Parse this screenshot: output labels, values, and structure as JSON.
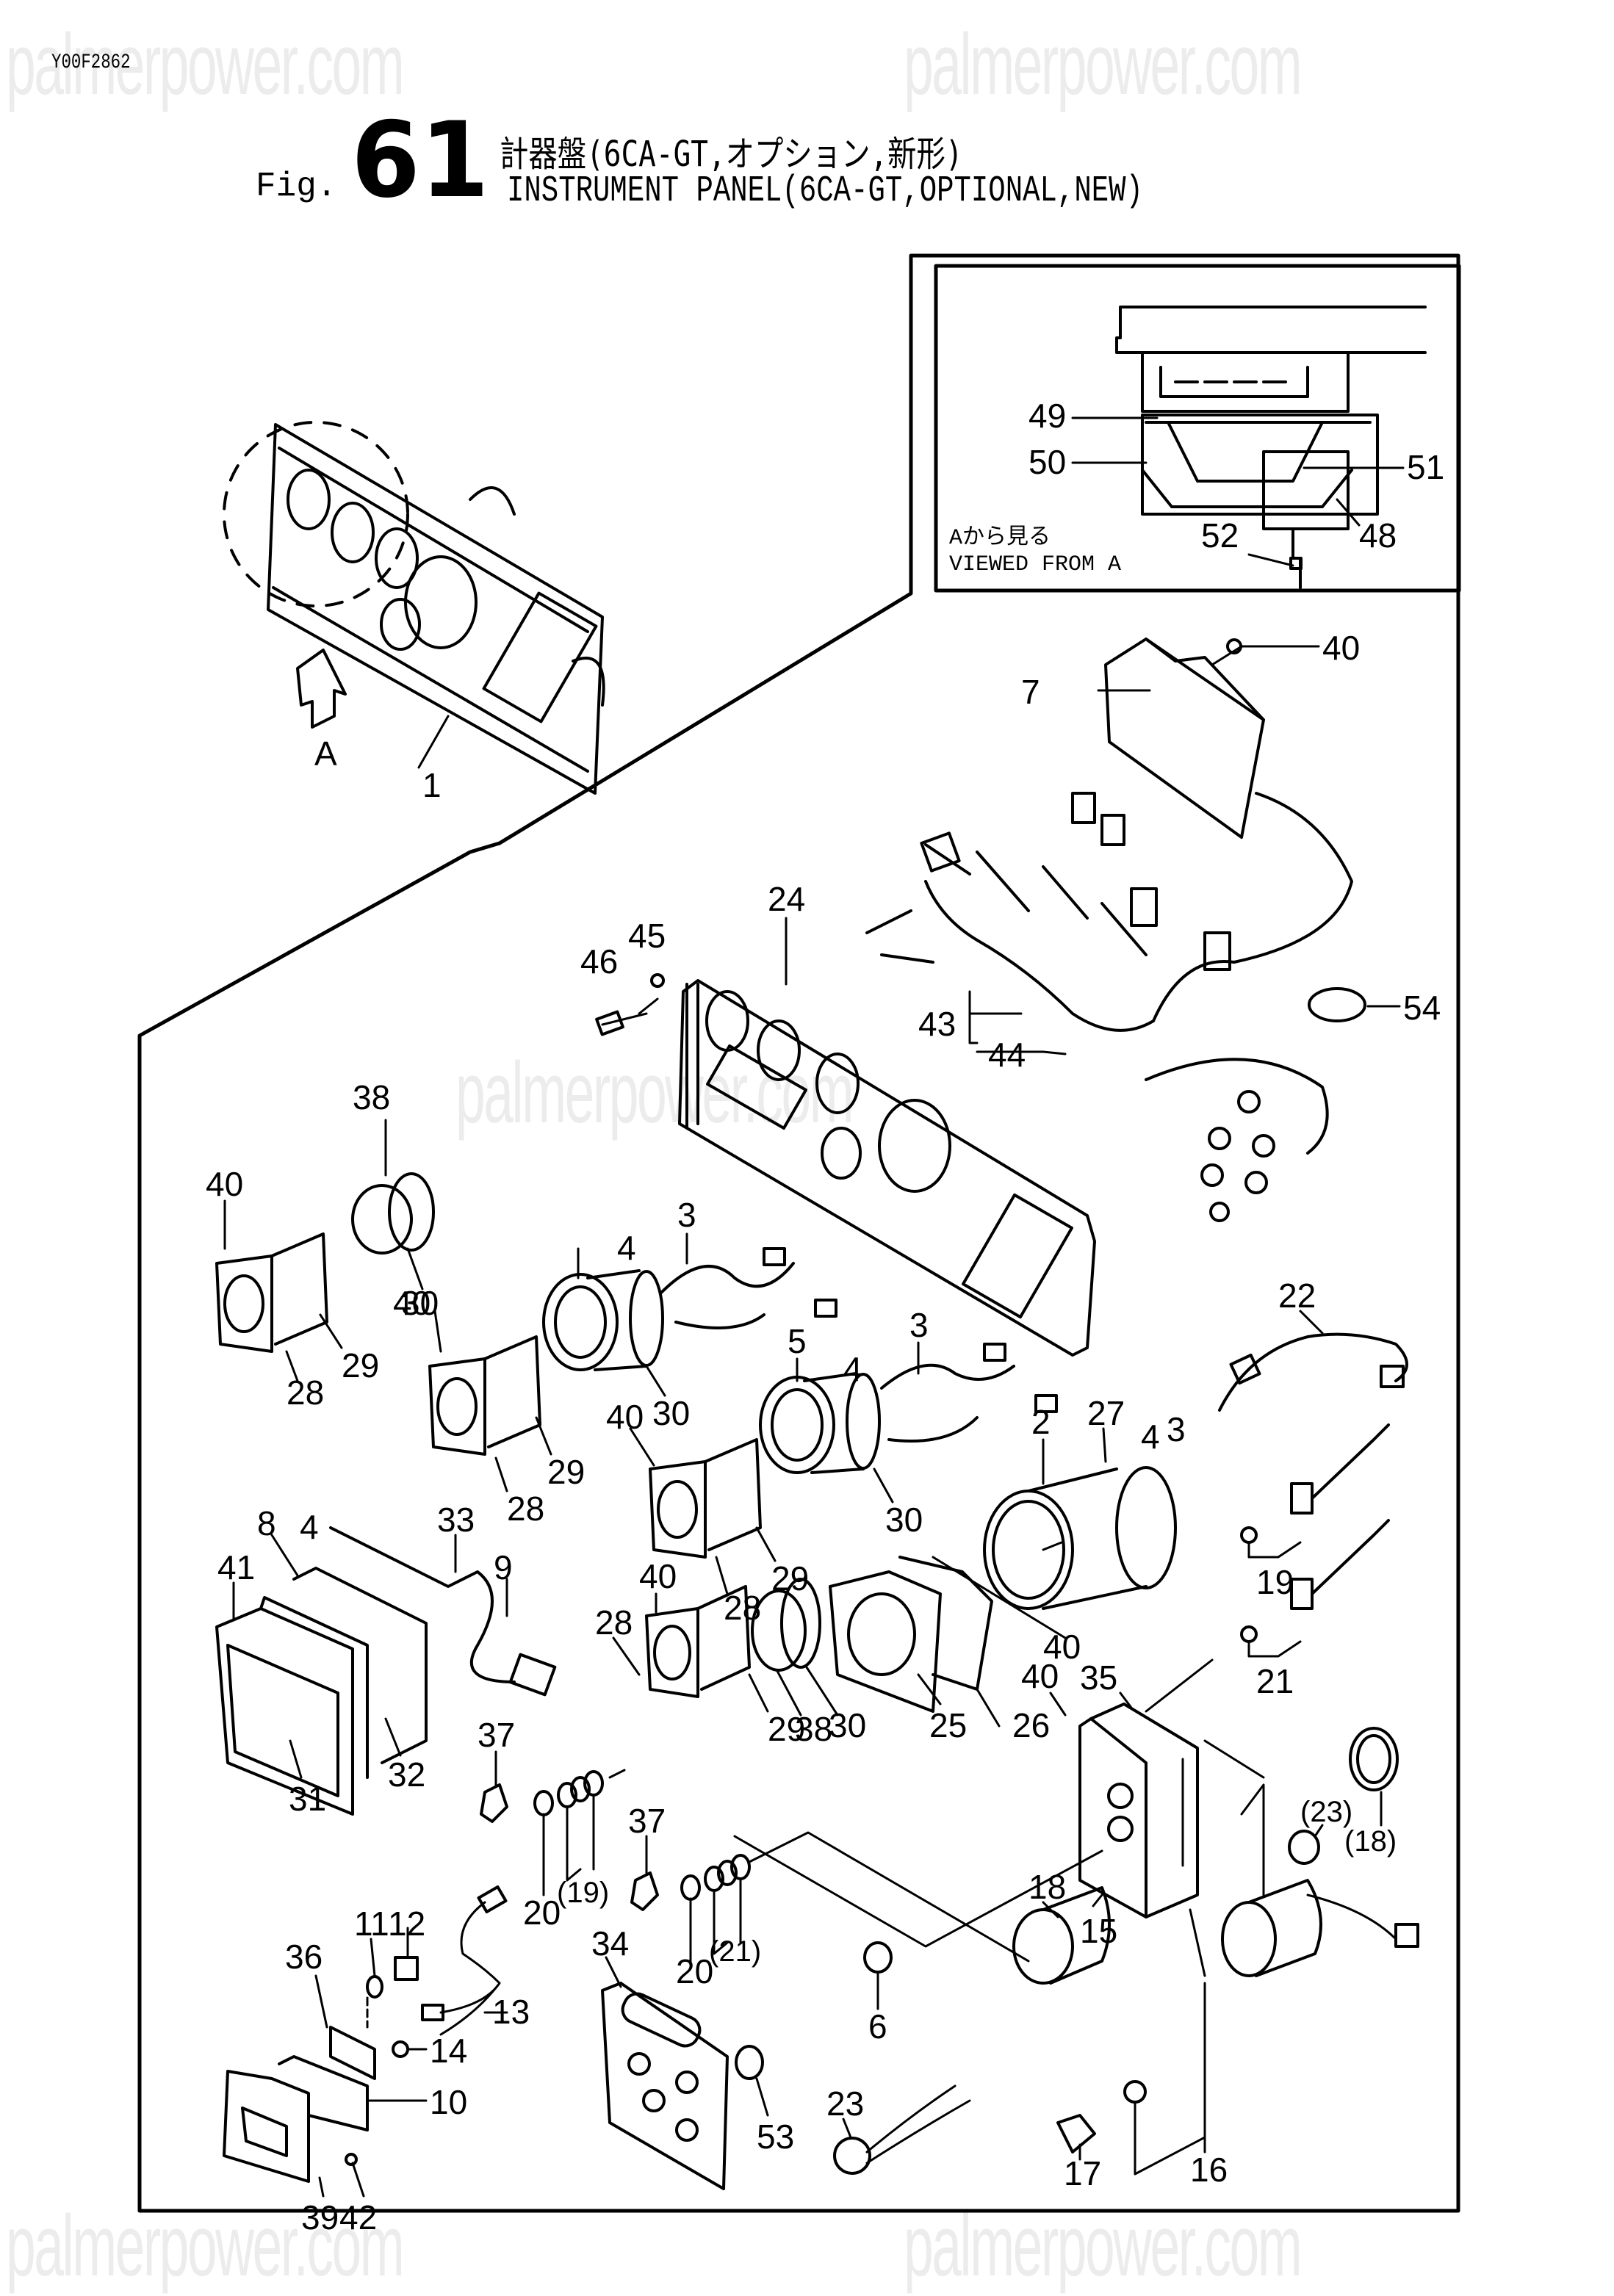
{
  "watermark": "palmerpower.com",
  "drawing_code": "Y00F2862",
  "figure": {
    "prefix": "Fig.",
    "number": "61",
    "title_jp": "計器盤(6CA-GT,オプション,新形)",
    "title_en": "INSTRUMENT PANEL(6CA-GT,OPTIONAL,NEW)"
  },
  "view_arrow_label": "A",
  "inset": {
    "caption_jp": "Aから見る",
    "caption_en": "VIEWED FROM A",
    "labels": [
      "49",
      "50",
      "51",
      "48",
      "52"
    ]
  },
  "callouts": {
    "p1": "1",
    "p2": "2",
    "p3a": "3",
    "p3b": "3",
    "p3c": "3",
    "p4a": "4",
    "p4b": "4",
    "p4c": "4",
    "p4d": "4",
    "p5": "5",
    "p6": "6",
    "p7": "7",
    "p8": "8",
    "p9": "9",
    "p10": "10",
    "p11": "11",
    "p12": "12",
    "p13": "13",
    "p14": "14",
    "p15": "15",
    "p16": "16",
    "p17": "17",
    "p18": "18",
    "p18b": "(18)",
    "p19": "19",
    "p19b": "(19)",
    "p20a": "20",
    "p20b": "20",
    "p21": "21",
    "p21b": "(21)",
    "p22": "22",
    "p23": "23",
    "p23b": "(23)",
    "p24": "24",
    "p25": "25",
    "p26": "26",
    "p27": "27",
    "p28a": "28",
    "p28b": "28",
    "p28c": "28",
    "p28d": "28",
    "p29a": "29",
    "p29b": "29",
    "p29c": "29",
    "p29d": "29",
    "p30a": "30",
    "p30b": "30",
    "p30c": "30",
    "p30d": "30",
    "p31": "31",
    "p32": "32",
    "p33": "33",
    "p34": "34",
    "p35": "35",
    "p36": "36",
    "p37a": "37",
    "p37b": "37",
    "p38a": "38",
    "p38b": "38",
    "p39": "39",
    "p40a": "40",
    "p40b": "40",
    "p40c": "40",
    "p40d": "40",
    "p40e": "40",
    "p40f": "40",
    "p40g": "40",
    "p41": "41",
    "p42": "42",
    "p43": "43",
    "p44": "44",
    "p45": "45",
    "p46": "46",
    "p53": "53",
    "p54": "54"
  }
}
